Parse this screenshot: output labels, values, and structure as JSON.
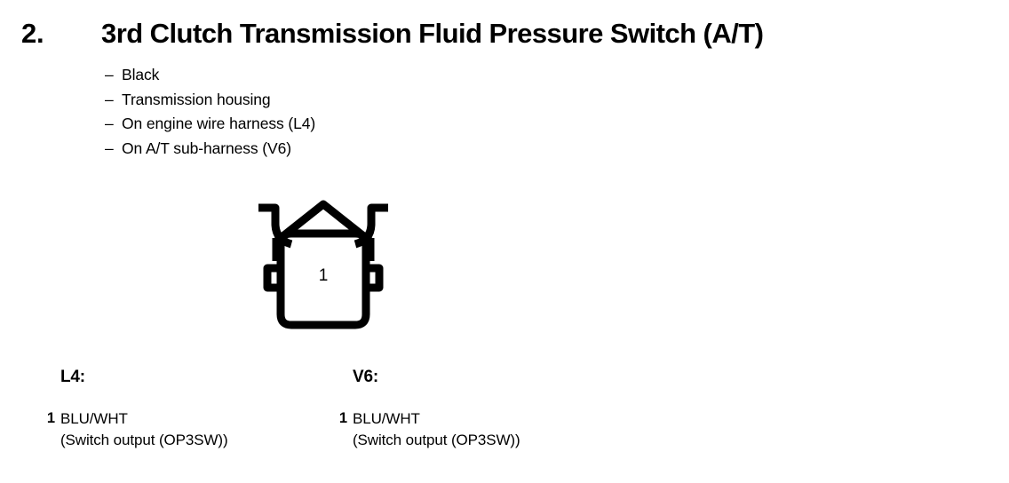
{
  "document": {
    "section_number": "2.",
    "section_title": "3rd Clutch Transmission Fluid Pressure Switch (A/T)"
  },
  "specs": {
    "dash": "–",
    "items": [
      {
        "text": "Black"
      },
      {
        "text": "Transmission housing"
      },
      {
        "text": "On engine wire harness (L4)"
      },
      {
        "text": "On A/T sub-harness (V6)"
      }
    ]
  },
  "connector": {
    "name": "connector-diagram",
    "pin_labels": [
      {
        "label": "1"
      }
    ]
  },
  "pin_tables": [
    {
      "id": "l4",
      "title": "L4:",
      "rows": [
        {
          "number": "1",
          "wire": "BLU/WHT",
          "description": "(Switch output (OP3SW))"
        }
      ]
    },
    {
      "id": "v6",
      "title": "V6:",
      "rows": [
        {
          "number": "1",
          "wire": "BLU/WHT",
          "description": "(Switch output (OP3SW))"
        }
      ]
    }
  ],
  "colors": {
    "background": "#ffffff",
    "ink": "#000000"
  }
}
